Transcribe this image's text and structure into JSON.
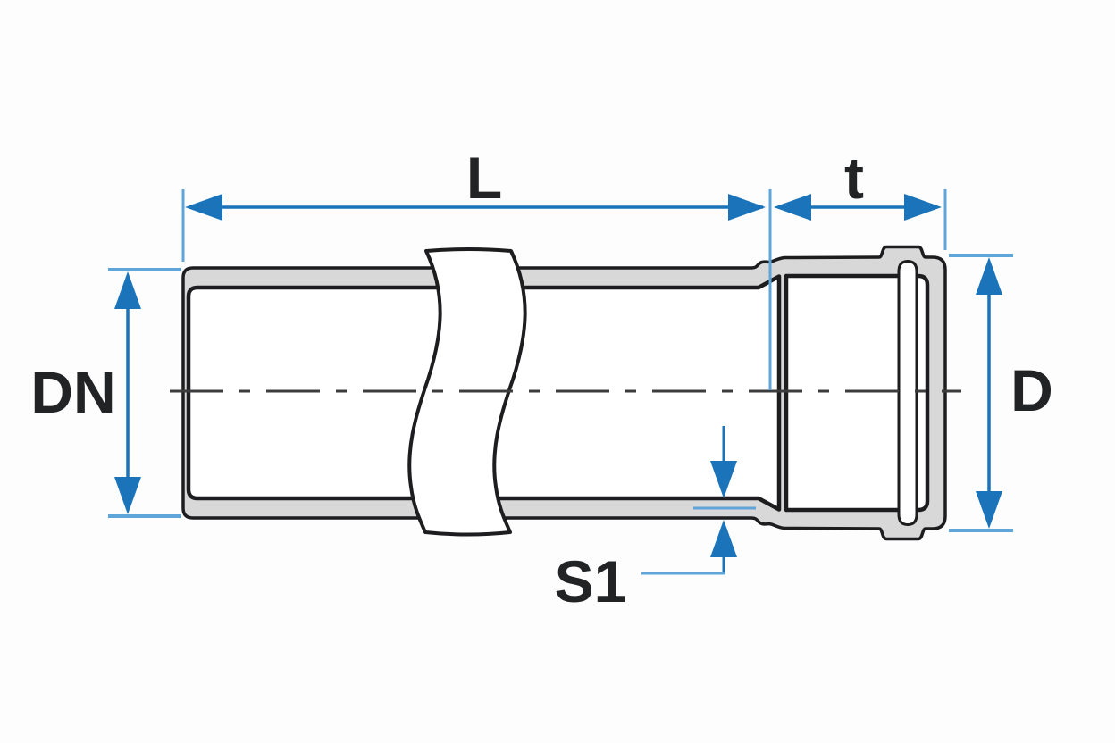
{
  "figure": {
    "type": "technical-dimension-diagram",
    "subject": "pipe-with-push-fit-socket",
    "dimension_labels": {
      "overall_length": "L",
      "socket_depth": "t",
      "nominal_diameter": "DN",
      "socket_outer_diameter": "D",
      "wall_thickness": "S1"
    },
    "colors": {
      "dimension_primary": "#1b74ba",
      "dimension_light": "#60a5da",
      "outline_dark": "#1d1d1f",
      "wall_fill": "#d8d8d8",
      "centerline": "#3c3c3c",
      "background": "#fdfdfd",
      "label_text": "#222325"
    }
  }
}
